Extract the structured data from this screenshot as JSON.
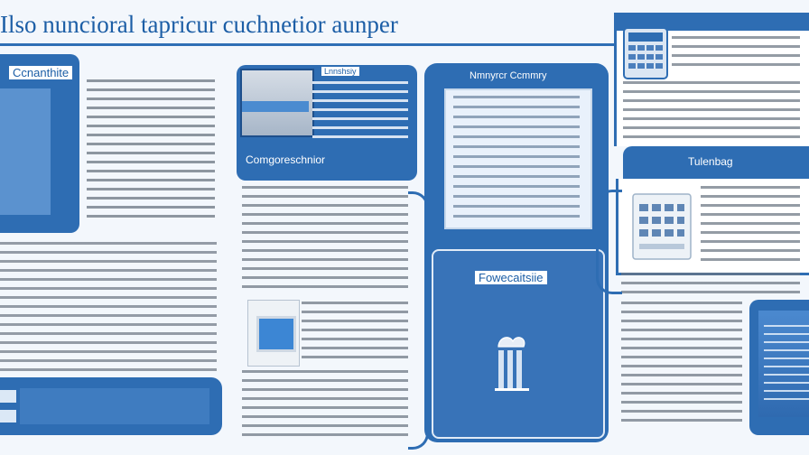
{
  "title": "Ilso nuncioral tapricur cuchnetior aunper",
  "sections": {
    "left_header": "Ccnanthite",
    "top_mid_label": "Lnnshsiy",
    "compare_label": "Comgoreschnior",
    "center_top": "Nmnyrcr Ccmmry",
    "center_bottom": "Fowecaitsiie",
    "right_label": "Tulenbag"
  },
  "colors": {
    "primary": "#2e6db3",
    "light": "#e8f0fa",
    "title": "#1c5ea6"
  },
  "icons": [
    "factory-icon",
    "calculator-icon",
    "document-icon"
  ]
}
